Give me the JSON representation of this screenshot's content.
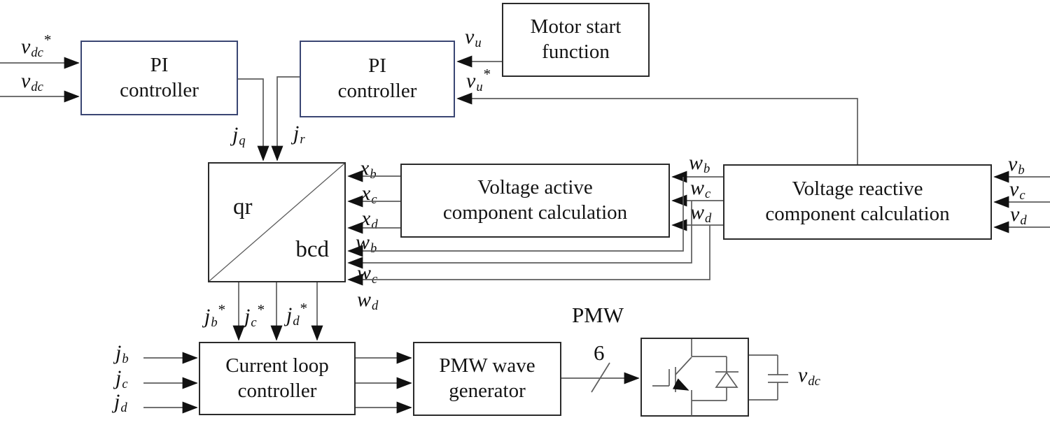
{
  "colors": {
    "background": "#ffffff",
    "wire": "#5d5d5d",
    "box_border": "#2b2b2b",
    "pi_box_border": "#3a4673",
    "arrowhead": "#111111",
    "text": "#111111"
  },
  "blocks": {
    "pi_controller_1": {
      "line1": "PI",
      "line2": "controller"
    },
    "pi_controller_2": {
      "line1": "PI",
      "line2": "controller"
    },
    "motor_start_function": {
      "line1": "Motor start",
      "line2": "function"
    },
    "qr_bcd_transform": {
      "upper_label": "qr",
      "lower_label": "bcd"
    },
    "voltage_active_calc": {
      "line1": "Voltage active",
      "line2": "component calculation"
    },
    "voltage_reactive_calc": {
      "line1": "Voltage reactive",
      "line2": "component calculation"
    },
    "current_loop_controller": {
      "line1": "Current loop",
      "line2": "controller"
    },
    "pmw_wave_generator": {
      "line1": "PMW wave",
      "line2": "generator"
    }
  },
  "signals": {
    "vdc_ref": {
      "base": "v",
      "sub": "dc",
      "sup": "*"
    },
    "vdc": {
      "base": "v",
      "sub": "dc"
    },
    "jq": {
      "base": "j",
      "sub": "q"
    },
    "jr": {
      "base": "j",
      "sub": "r"
    },
    "vu": {
      "base": "v",
      "sub": "u"
    },
    "vu_ref": {
      "base": "v",
      "sub": "u",
      "sup": "*"
    },
    "xb": {
      "base": "x",
      "sub": "b"
    },
    "xc": {
      "base": "x",
      "sub": "c"
    },
    "xd": {
      "base": "x",
      "sub": "d"
    },
    "wb": {
      "base": "w",
      "sub": "b"
    },
    "wc": {
      "base": "w",
      "sub": "c"
    },
    "wd": {
      "base": "w",
      "sub": "d"
    },
    "vb": {
      "base": "v",
      "sub": "b"
    },
    "vc": {
      "base": "v",
      "sub": "c"
    },
    "vd": {
      "base": "v",
      "sub": "d"
    },
    "jb_ref": {
      "base": "j",
      "sub": "b",
      "sup": "*"
    },
    "jc_ref": {
      "base": "j",
      "sub": "c",
      "sup": "*"
    },
    "jd_ref": {
      "base": "j",
      "sub": "d",
      "sup": "*"
    },
    "jb": {
      "base": "j",
      "sub": "b"
    },
    "jc": {
      "base": "j",
      "sub": "c"
    },
    "jd": {
      "base": "j",
      "sub": "d"
    }
  },
  "bus": {
    "label": "PMW",
    "width": "6"
  }
}
